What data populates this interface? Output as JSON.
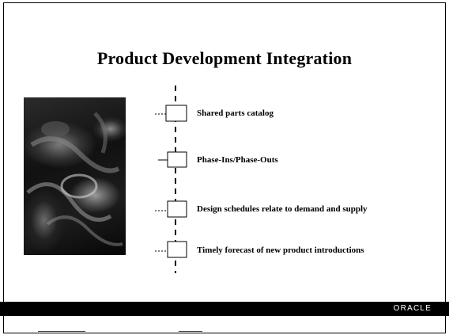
{
  "slide": {
    "title": "Product Development Integration",
    "items": [
      {
        "label": "Shared parts catalog"
      },
      {
        "label": "Phase-Ins/Phase-Outs"
      },
      {
        "label": "Design schedules relate to demand and supply"
      },
      {
        "label": "Timely forecast of new product introductions"
      }
    ],
    "footer": {
      "logo_text": "ORACLE"
    }
  },
  "colors": {
    "background": "#ffffff",
    "text": "#000000",
    "footer_bar": "#000000",
    "logo_text": "#ffffff"
  },
  "icons": {
    "bullet": "box-bullet-icon",
    "photo": "abstract-photo"
  }
}
